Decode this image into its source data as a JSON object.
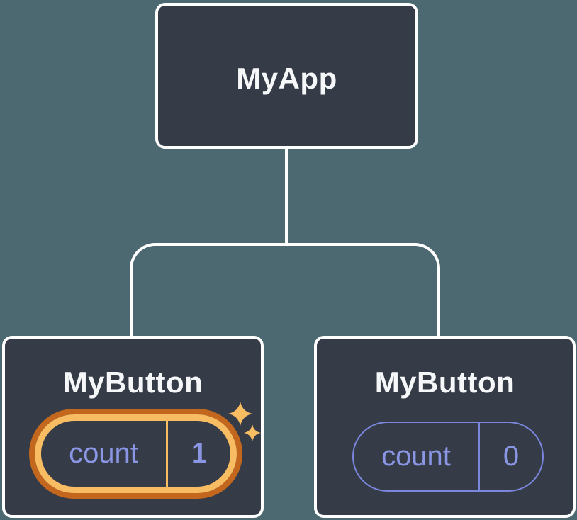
{
  "diagram": {
    "kind": "react-component-tree",
    "colors": {
      "background": "#4C6971",
      "node_fill": "#353C48",
      "node_border": "#FFFFFF",
      "title_text": "#F6F7F9",
      "state_purple": "#8A96E3",
      "pill_outline_purple": "#7B87DD",
      "highlight_ring_outer": "#C2671D",
      "highlight_ring_inner": "#F8BC62",
      "sparkle_gold": "#F9BE62",
      "connector": "#FFFFFF"
    },
    "root": {
      "title": "MyApp"
    },
    "children": [
      {
        "title": "MyButton",
        "highlighted": true,
        "icon": "sparkles-icon",
        "state": {
          "label": "count",
          "value": "1"
        }
      },
      {
        "title": "MyButton",
        "highlighted": false,
        "state": {
          "label": "count",
          "value": "0"
        }
      }
    ]
  }
}
